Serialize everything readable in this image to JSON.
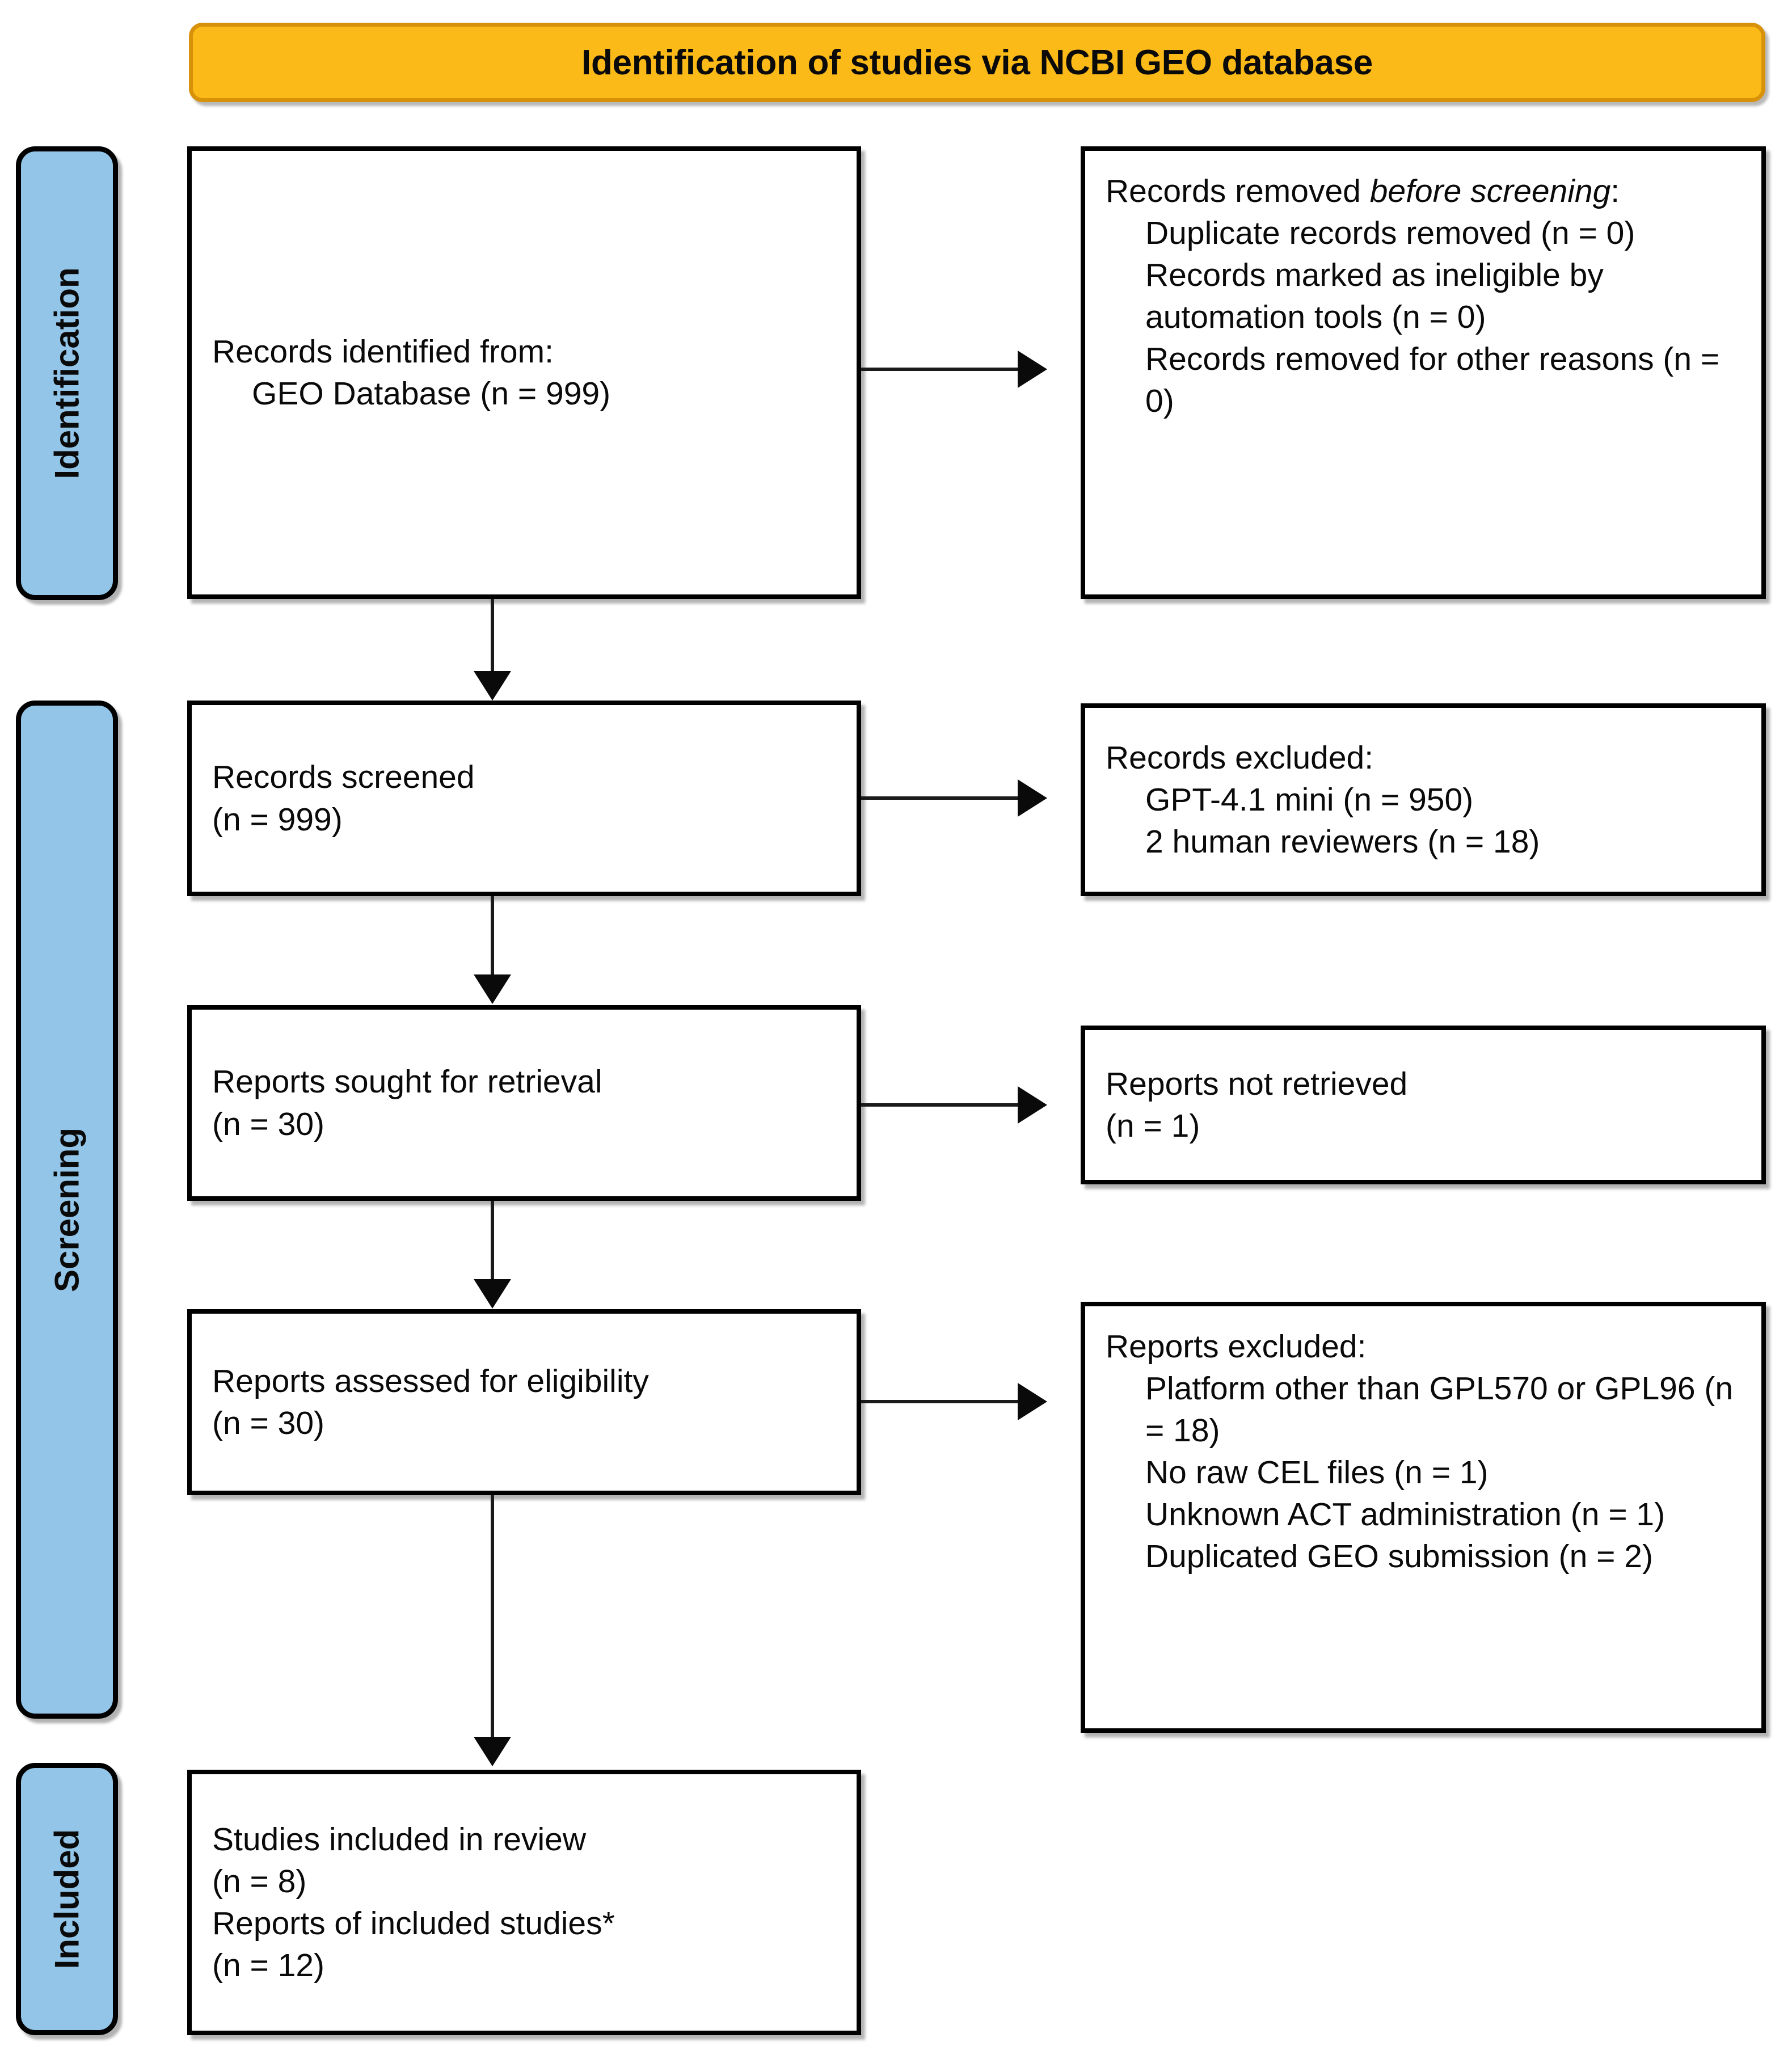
{
  "banner": {
    "title": "Identification of studies via NCBI GEO database"
  },
  "stages": [
    {
      "id": "identification",
      "label": "Identification"
    },
    {
      "id": "screening",
      "label": "Screening"
    },
    {
      "id": "included",
      "label": "Included"
    }
  ],
  "nodes": {
    "records_identified": {
      "lines": [
        "Records identified from:",
        "GEO Database (n = 999)"
      ]
    },
    "records_removed": {
      "heading_a": "Records removed ",
      "heading_b": "before screening",
      "heading_c": ":",
      "lines": [
        "Duplicate records removed (n = 0)",
        "Records marked as ineligible by automation tools (n = 0)",
        "Records removed for other reasons (n = 0)"
      ]
    },
    "records_screened": {
      "lines": [
        "Records screened",
        "(n = 999)"
      ]
    },
    "records_excluded": {
      "heading": "Records excluded:",
      "lines": [
        "GPT-4.1 mini (n = 950)",
        "2 human reviewers (n = 18)"
      ]
    },
    "reports_sought": {
      "lines": [
        "Reports sought for retrieval",
        "(n = 30)"
      ]
    },
    "reports_not_retrieved": {
      "lines": [
        "Reports not retrieved",
        "(n = 1)"
      ]
    },
    "reports_assessed": {
      "lines": [
        "Reports assessed for eligibility",
        "(n = 30)"
      ]
    },
    "reports_excluded": {
      "heading": "Reports excluded:",
      "lines": [
        "Platform other than GPL570 or GPL96 (n = 18)",
        "No raw CEL files (n = 1)",
        "Unknown ACT administration (n = 1)",
        "Duplicated GEO submission (n = 2)"
      ]
    },
    "studies_included": {
      "lines": [
        "Studies included in review",
        "(n = 8)",
        "Reports of included studies*",
        "(n = 12)"
      ]
    }
  },
  "colors": {
    "banner_fill": "#FBBA17",
    "banner_border": "#D8920A",
    "stage_fill": "#92C5E8",
    "node_border": "#000000",
    "text": "#0a0a0a"
  }
}
